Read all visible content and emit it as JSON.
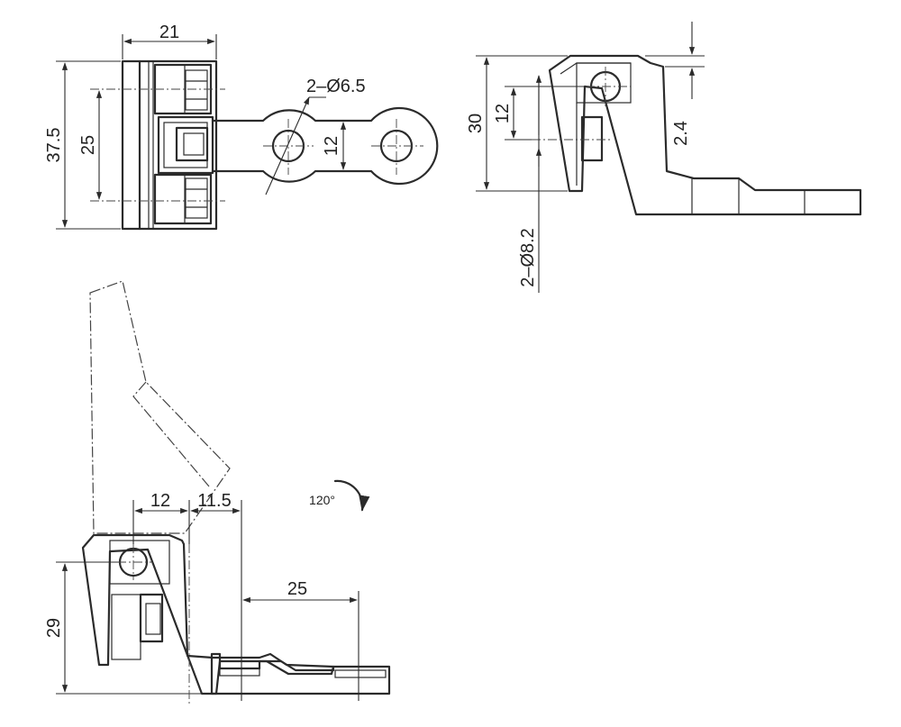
{
  "views": {
    "top": {
      "dims": {
        "width": "21",
        "overall_height": "37.5",
        "bolt_spacing": "25",
        "hole_label": "2–Ø6.5",
        "strap_height": "12"
      }
    },
    "side": {
      "dims": {
        "height": "30",
        "inner": "12",
        "offset": "2.4",
        "hole_label": "2–Ø8.2"
      }
    },
    "open": {
      "dims": {
        "left": "12",
        "mid": "11.5",
        "reach": "25",
        "height": "29",
        "angle": "120°"
      }
    }
  },
  "colors": {
    "ink": "#2b2b2b",
    "background": "#ffffff"
  },
  "icons": {
    "rotation": "curved-arrow-icon"
  }
}
